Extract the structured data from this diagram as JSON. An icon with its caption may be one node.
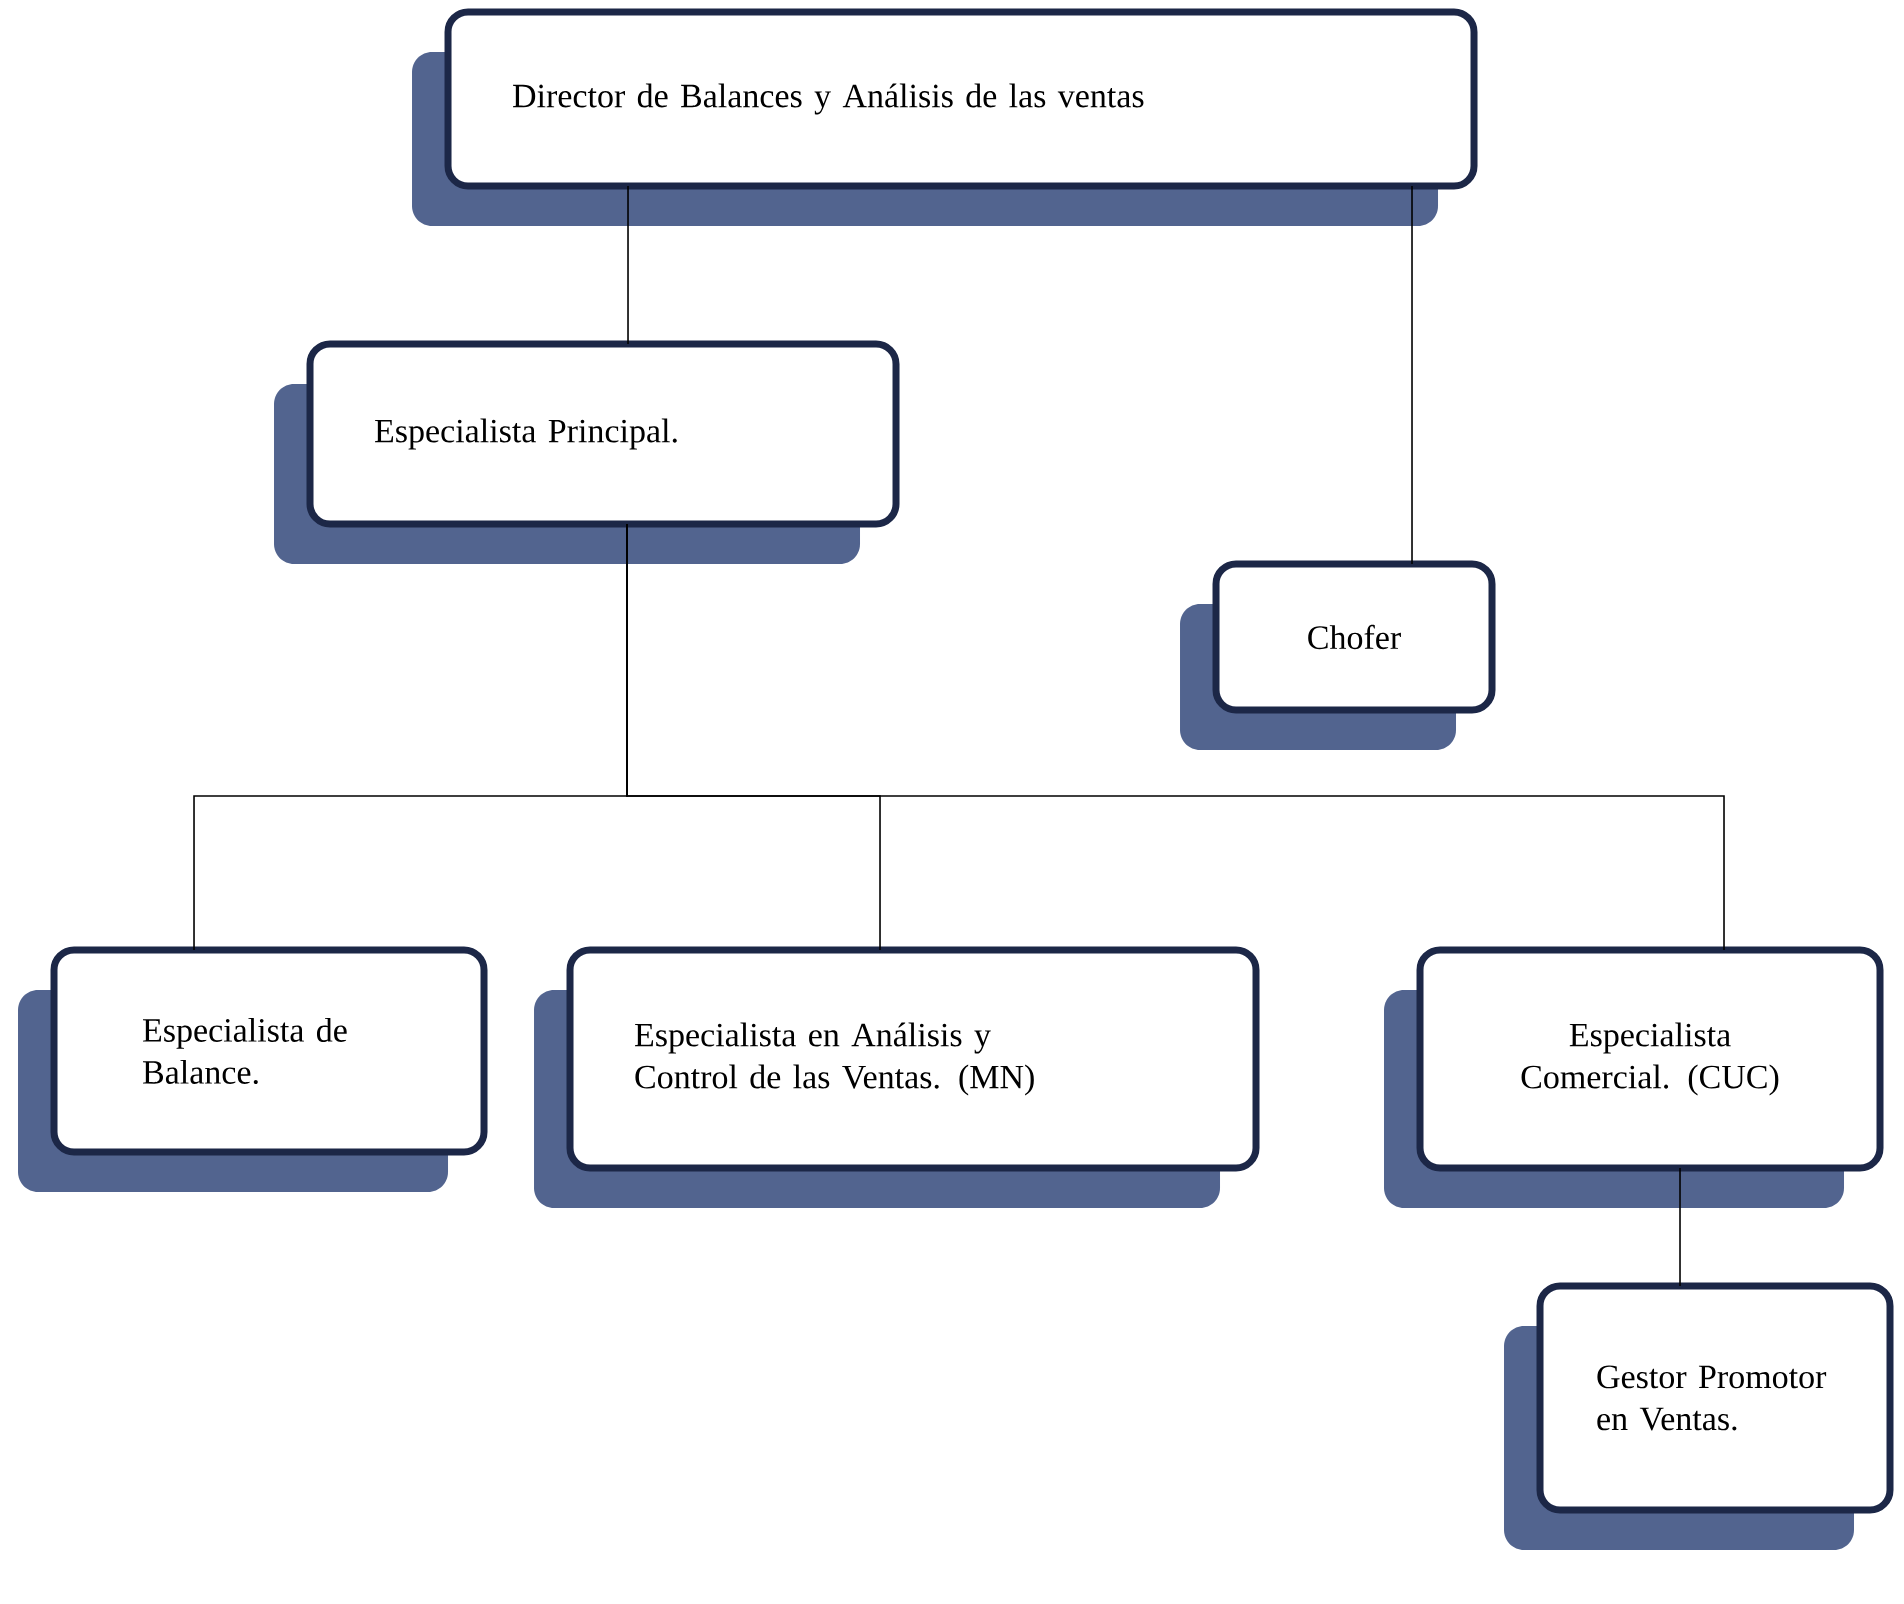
{
  "diagram": {
    "nodes": [
      {
        "text": [
          "Director de Balances y Análisis  de las ventas"
        ]
      },
      {
        "text": [
          "Especialista Principal."
        ]
      },
      {
        "text": [
          "Chofer"
        ]
      },
      {
        "text": [
          "Especialista de Balance."
        ]
      },
      {
        "text": [
          "Especialista en Análisis  y Control de las Ventas. (MN)"
        ]
      },
      {
        "text": [
          "Especialista Comercial. (CUC)"
        ]
      },
      {
        "text": [
          "Gestor Promotor en Ventas."
        ]
      }
    ],
    "edges": [
      {
        "from": 0,
        "to": 1,
        "arrow": "none"
      },
      {
        "from": 0,
        "to": 2,
        "arrow": "none"
      },
      {
        "from": 1,
        "to": 3,
        "arrow": "none"
      },
      {
        "from": 1,
        "to": 4,
        "arrow": "none"
      },
      {
        "from": 1,
        "to": 5,
        "arrow": "none"
      },
      {
        "from": 5,
        "to": 6,
        "arrow": "none"
      }
    ]
  }
}
